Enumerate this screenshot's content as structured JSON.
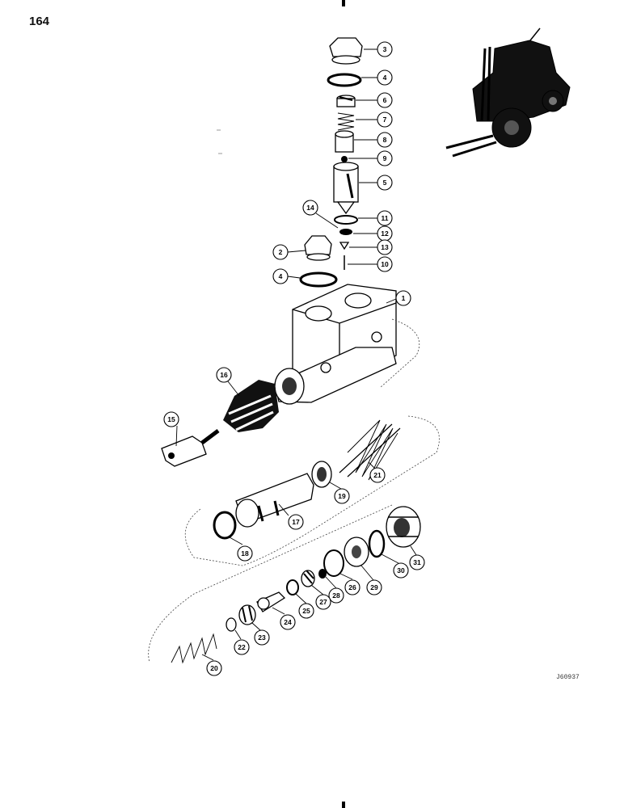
{
  "page_number": "164",
  "drawing_id": "J60937",
  "callouts": [
    "1",
    "2",
    "3",
    "4",
    "4",
    "5",
    "6",
    "7",
    "8",
    "9",
    "10",
    "11",
    "12",
    "13",
    "14",
    "15",
    "16",
    "17",
    "18",
    "19",
    "20",
    "21",
    "22",
    "23",
    "24",
    "25",
    "26",
    "27",
    "28",
    "29",
    "30",
    "31"
  ],
  "icons": {
    "forklift": "forklift-silhouette-icon"
  }
}
